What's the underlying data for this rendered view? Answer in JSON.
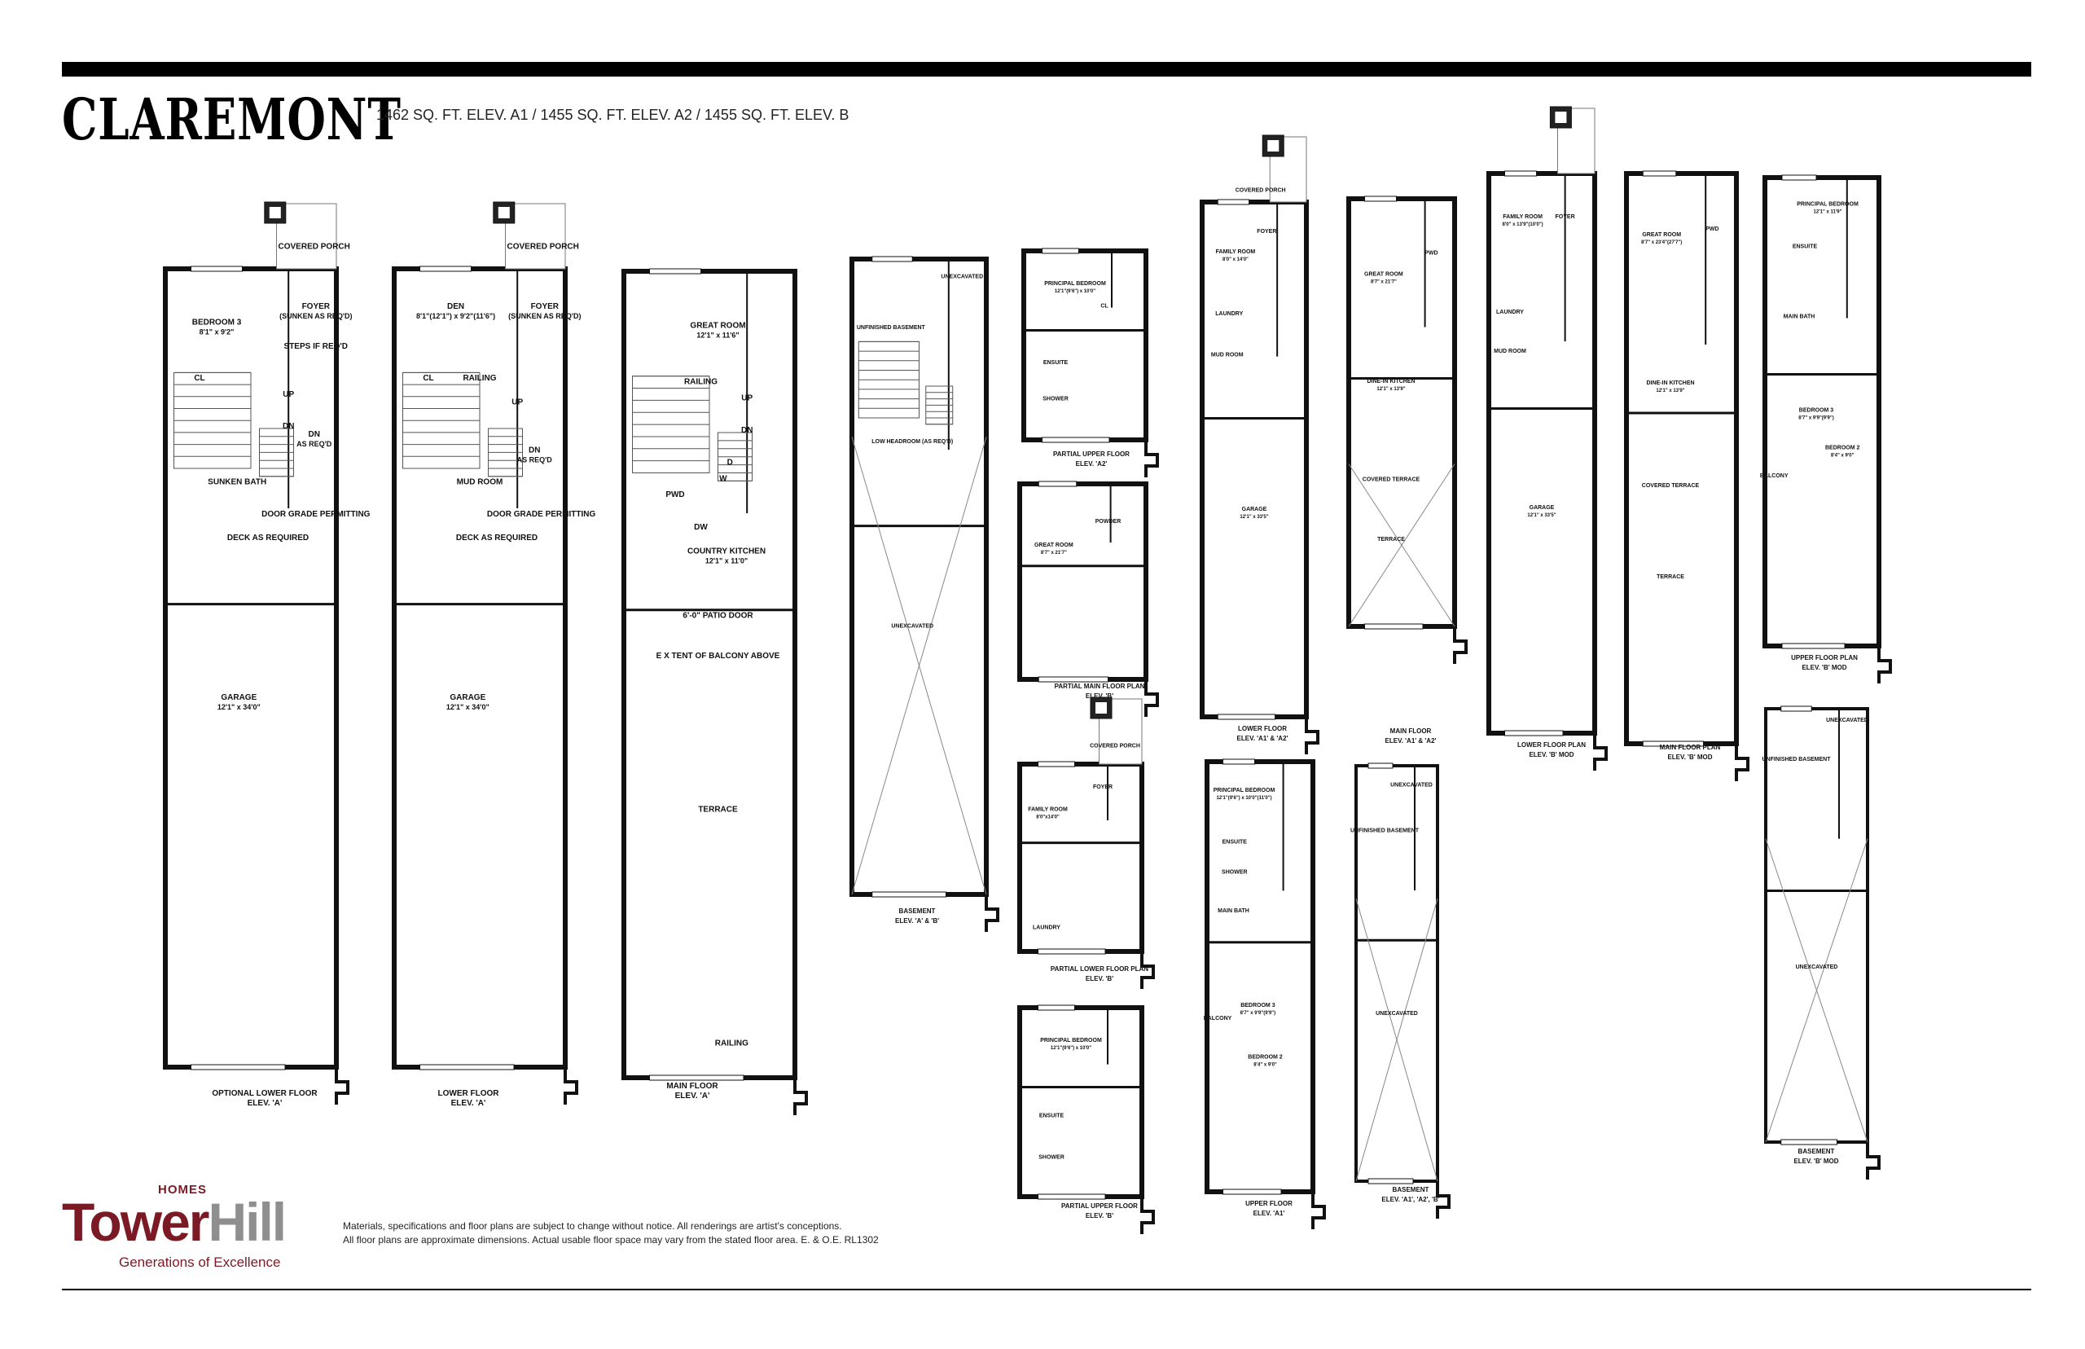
{
  "header": {
    "title": "CLAREMONT",
    "subtitle": "1462 SQ. FT. ELEV. A1 / 1455 SQ. FT. ELEV. A2 / 1455 SQ. FT. ELEV. B"
  },
  "plans": [
    {
      "caption_line1": "OPTIONAL LOWER FLOOR",
      "caption_line2": "ELEV. 'A'",
      "rooms": [
        {
          "name": "BEDROOM 3",
          "dims": "8'1\" x 9'2\""
        },
        {
          "name": "FOYER",
          "dims": "(SUNKEN AS REQ'D)"
        },
        {
          "name": "COVERED PORCH",
          "dims": ""
        },
        {
          "name": "STEPS IF REQ'D",
          "dims": ""
        },
        {
          "name": "CL",
          "dims": ""
        },
        {
          "name": "UP",
          "dims": ""
        },
        {
          "name": "DN",
          "dims": ""
        },
        {
          "name": "DN",
          "dims": "AS REQ'D"
        },
        {
          "name": "SUNKEN BATH",
          "dims": ""
        },
        {
          "name": "DOOR GRADE PERMITTING",
          "dims": ""
        },
        {
          "name": "DECK AS REQUIRED",
          "dims": ""
        },
        {
          "name": "GARAGE",
          "dims": "12'1\" x 34'0\""
        }
      ]
    },
    {
      "caption_line1": "LOWER FLOOR",
      "caption_line2": "ELEV. 'A'",
      "rooms": [
        {
          "name": "DEN",
          "dims": "8'1\"(12'1\") x 9'2\"(11'6\")"
        },
        {
          "name": "FOYER",
          "dims": "(SUNKEN AS REQ'D)"
        },
        {
          "name": "COVERED PORCH",
          "dims": ""
        },
        {
          "name": "CL",
          "dims": ""
        },
        {
          "name": "RAILING",
          "dims": ""
        },
        {
          "name": "UP",
          "dims": ""
        },
        {
          "name": "DN",
          "dims": "AS REQ'D"
        },
        {
          "name": "MUD ROOM",
          "dims": ""
        },
        {
          "name": "DOOR GRADE PERMITTING",
          "dims": ""
        },
        {
          "name": "DECK AS REQUIRED",
          "dims": ""
        },
        {
          "name": "GARAGE",
          "dims": "12'1\" x 34'0\""
        }
      ]
    },
    {
      "caption_line1": "MAIN FLOOR",
      "caption_line2": "ELEV. 'A'",
      "rooms": [
        {
          "name": "GREAT ROOM",
          "dims": "12'1\" x 11'6\""
        },
        {
          "name": "RAILING",
          "dims": ""
        },
        {
          "name": "UP",
          "dims": ""
        },
        {
          "name": "DN",
          "dims": ""
        },
        {
          "name": "PWD",
          "dims": ""
        },
        {
          "name": "D",
          "dims": ""
        },
        {
          "name": "W",
          "dims": ""
        },
        {
          "name": "DW",
          "dims": ""
        },
        {
          "name": "COUNTRY KITCHEN",
          "dims": "12'1\" x 11'0\""
        },
        {
          "name": "6'-0\" PATIO DOOR",
          "dims": ""
        },
        {
          "name": "E X TENT OF BALCONY ABOVE",
          "dims": ""
        },
        {
          "name": "TERRACE",
          "dims": ""
        },
        {
          "name": "RAILING",
          "dims": ""
        }
      ]
    },
    {
      "caption_line1": "BASEMENT",
      "caption_line2": "ELEV. 'A' & 'B'",
      "rooms": [
        {
          "name": "UNEXCAVATED",
          "dims": ""
        },
        {
          "name": "UNFINISHED BASEMENT",
          "dims": ""
        },
        {
          "name": "LOW HEADROOM (AS REQ'D)",
          "dims": ""
        },
        {
          "name": "UNEXCAVATED",
          "dims": ""
        }
      ]
    },
    {
      "caption_line1": "PARTIAL UPPER FLOOR",
      "caption_line2": "ELEV. 'A2'",
      "rooms": [
        {
          "name": "PRINCIPAL BEDROOM",
          "dims": "12'1\"(9'6\") x 10'0\""
        },
        {
          "name": "ENSUITE",
          "dims": ""
        },
        {
          "name": "SHOWER",
          "dims": ""
        },
        {
          "name": "CL",
          "dims": ""
        }
      ]
    },
    {
      "caption_line1": "PARTIAL MAIN FLOOR PLAN",
      "caption_line2": "ELEV. 'B'",
      "rooms": [
        {
          "name": "GREAT ROOM",
          "dims": "8'7\" x 21'7\""
        },
        {
          "name": "POWDER",
          "dims": ""
        }
      ]
    },
    {
      "caption_line1": "PARTIAL LOWER FLOOR PLAN",
      "caption_line2": "ELEV. 'B'",
      "rooms": [
        {
          "name": "FAMILY ROOM",
          "dims": "8'0\"x14'0\""
        },
        {
          "name": "FOYER",
          "dims": ""
        },
        {
          "name": "COVERED PORCH",
          "dims": ""
        },
        {
          "name": "LAUNDRY",
          "dims": ""
        }
      ]
    },
    {
      "caption_line1": "PARTIAL UPPER FLOOR",
      "caption_line2": "ELEV. 'B'",
      "rooms": [
        {
          "name": "PRINCIPAL BEDROOM",
          "dims": "12'1\"(9'6\") x 10'0\""
        },
        {
          "name": "ENSUITE",
          "dims": ""
        },
        {
          "name": "SHOWER",
          "dims": ""
        }
      ]
    },
    {
      "caption_line1": "LOWER FLOOR",
      "caption_line2": "ELEV. 'A1' & 'A2'",
      "rooms": [
        {
          "name": "FAMILY ROOM",
          "dims": "8'0\" x 14'0\""
        },
        {
          "name": "FOYER",
          "dims": ""
        },
        {
          "name": "COVERED PORCH",
          "dims": ""
        },
        {
          "name": "LAUNDRY",
          "dims": ""
        },
        {
          "name": "MUD ROOM",
          "dims": ""
        },
        {
          "name": "GARAGE",
          "dims": "12'1\" x 33'5\""
        }
      ]
    },
    {
      "caption_line1": "MAIN FLOOR",
      "caption_line2": "ELEV. 'A1' & 'A2'",
      "rooms": [
        {
          "name": "GREAT ROOM",
          "dims": "8'7\" x 21'7\""
        },
        {
          "name": "PWD",
          "dims": ""
        },
        {
          "name": "DINE-IN KITCHEN",
          "dims": "12'1\" x 13'9\""
        },
        {
          "name": "COVERED TERRACE",
          "dims": ""
        },
        {
          "name": "TERRACE",
          "dims": ""
        }
      ]
    },
    {
      "caption_line1": "LOWER FLOOR PLAN",
      "caption_line2": "ELEV. 'B' MOD",
      "rooms": [
        {
          "name": "FAMILY ROOM",
          "dims": "8'0\" x 13'9\"(10'0\")"
        },
        {
          "name": "FOYER",
          "dims": ""
        },
        {
          "name": "LAUNDRY",
          "dims": ""
        },
        {
          "name": "MUD ROOM",
          "dims": ""
        },
        {
          "name": "GARAGE",
          "dims": "12'1\" x 33'5\""
        }
      ]
    },
    {
      "caption_line1": "MAIN FLOOR PLAN",
      "caption_line2": "ELEV. 'B' MOD",
      "rooms": [
        {
          "name": "GREAT ROOM",
          "dims": "8'7\" x 23'4\"(27'7\")"
        },
        {
          "name": "PWD",
          "dims": ""
        },
        {
          "name": "DINE-IN KITCHEN",
          "dims": "12'1\" x 13'9\""
        },
        {
          "name": "COVERED TERRACE",
          "dims": ""
        },
        {
          "name": "TERRACE",
          "dims": ""
        }
      ]
    },
    {
      "caption_line1": "UPPER FLOOR PLAN",
      "caption_line2": "ELEV. 'B' MOD",
      "rooms": [
        {
          "name": "PRINCIPAL BEDROOM",
          "dims": "12'1\" x 11'9\""
        },
        {
          "name": "ENSUITE",
          "dims": ""
        },
        {
          "name": "MAIN BATH",
          "dims": ""
        },
        {
          "name": "BEDROOM 3",
          "dims": "8'7\" x 9'9\"(9'9\")"
        },
        {
          "name": "BEDROOM 2",
          "dims": "8'4\" x 9'0\""
        },
        {
          "name": "BALCONY",
          "dims": ""
        }
      ]
    },
    {
      "caption_line1": "UPPER FLOOR",
      "caption_line2": "ELEV. 'A1'",
      "rooms": [
        {
          "name": "PRINCIPAL BEDROOM",
          "dims": "12'1\"(9'6\") x 10'0\"(11'0\")"
        },
        {
          "name": "ENSUITE",
          "dims": ""
        },
        {
          "name": "SHOWER",
          "dims": ""
        },
        {
          "name": "MAIN BATH",
          "dims": ""
        },
        {
          "name": "BEDROOM 3",
          "dims": "8'7\" x 9'9\"(9'9\")"
        },
        {
          "name": "BEDROOM 2",
          "dims": "8'4\" x 9'0\""
        },
        {
          "name": "BALCONY",
          "dims": ""
        }
      ]
    },
    {
      "caption_line1": "BASEMENT",
      "caption_line2": "ELEV. 'A1', 'A2', 'B'",
      "rooms": [
        {
          "name": "UNEXCAVATED",
          "dims": ""
        },
        {
          "name": "UNFINISHED BASEMENT",
          "dims": ""
        },
        {
          "name": "UNEXCAVATED",
          "dims": ""
        }
      ]
    },
    {
      "caption_line1": "BASEMENT",
      "caption_line2": "ELEV. 'B' MOD",
      "rooms": [
        {
          "name": "UNEXCAVATED",
          "dims": ""
        },
        {
          "name": "UNFINISHED BASEMENT",
          "dims": ""
        },
        {
          "name": "UNEXCAVATED",
          "dims": ""
        }
      ]
    }
  ],
  "footer": {
    "brand_homes": "HOMES",
    "brand_part1": "Tower",
    "brand_part2": "Hill",
    "tagline": "Generations of Excellence",
    "disclaimer_line1": "Materials, specifications and floor plans are subject to change without notice. All renderings are artist's conceptions.",
    "disclaimer_line2": "All floor plans are approximate dimensions. Actual usable floor space may vary from the stated floor area. E. & O.E.  RL1302"
  }
}
